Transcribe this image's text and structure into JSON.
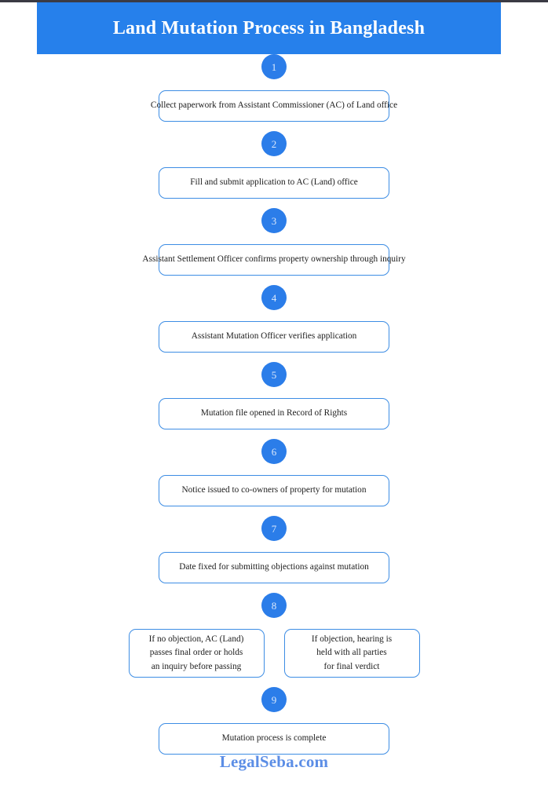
{
  "header": {
    "title": "Land Mutation Process in Bangladesh",
    "banner_color": "#2680eb",
    "title_color": "#ffffff"
  },
  "theme": {
    "accent": "#2b7de9",
    "box_border": "#3d8de4",
    "text": "#1c1c1c",
    "footer_link": "#5c8ee6"
  },
  "steps": [
    {
      "number": "1",
      "text": "Collect paperwork from Assistant Commissioner (AC) of Land office",
      "overflow": true
    },
    {
      "number": "2",
      "text": "Fill and submit application to AC (Land) office",
      "overflow": false
    },
    {
      "number": "3",
      "text": "Assistant Settlement Officer confirms property ownership through inquiry",
      "overflow": true
    },
    {
      "number": "4",
      "text": "Assistant Mutation Officer verifies application",
      "overflow": false
    },
    {
      "number": "5",
      "text": "Mutation file opened in Record of Rights",
      "overflow": false
    },
    {
      "number": "6",
      "text": "Notice issued to co-owners of property for mutation",
      "overflow": false
    },
    {
      "number": "7",
      "text": "Date fixed for submitting objections against mutation",
      "overflow": false
    }
  ],
  "branch": {
    "number": "8",
    "options": [
      {
        "lines": [
          "If no objection, AC (Land)",
          "passes final order or holds",
          "an inquiry before passing"
        ]
      },
      {
        "lines": [
          "If objection, hearing is",
          "held with all parties",
          "for final verdict"
        ]
      }
    ]
  },
  "final": {
    "number": "9",
    "text": "Mutation process is complete"
  },
  "footer": {
    "brand": "LegalSeba.com"
  }
}
